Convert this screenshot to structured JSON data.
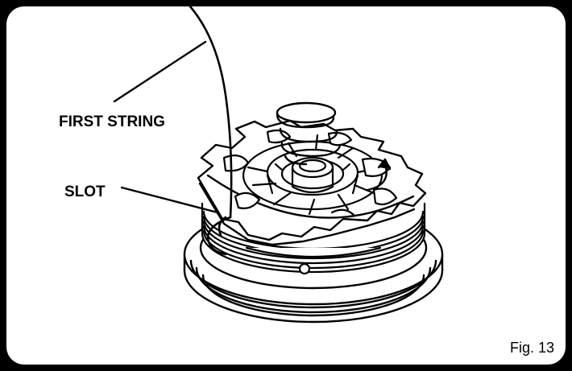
{
  "labels": {
    "first_string": "FIRST STRING",
    "slot": "SLOT"
  },
  "figure": {
    "caption": "Fig. 13"
  },
  "colors": {
    "border": "#000000",
    "background": "#ffffff",
    "ink": "#000000"
  }
}
